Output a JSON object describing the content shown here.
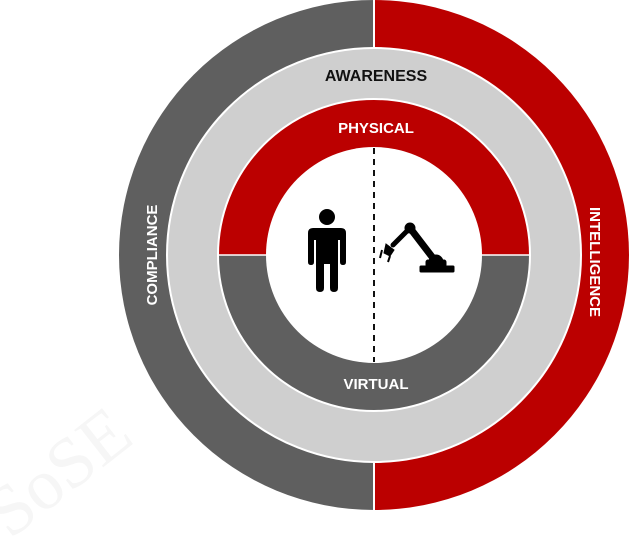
{
  "diagram": {
    "outer_ring": {
      "left_label": "COMPLIANCE",
      "right_label": "INTELLIGENCE",
      "left_color": "#5f5f5f",
      "right_color": "#bb0000"
    },
    "middle_ring": {
      "label": "AWARENESS",
      "color": "#cfcfcf"
    },
    "inner_ring": {
      "top_label": "PHYSICAL",
      "bottom_label": "VIRTUAL",
      "top_color": "#bb0000",
      "bottom_color": "#5f5f5f"
    },
    "center": {
      "icons": [
        "person-icon",
        "robot-arm-icon"
      ]
    },
    "watermark": {
      "text": "SoSE"
    }
  }
}
